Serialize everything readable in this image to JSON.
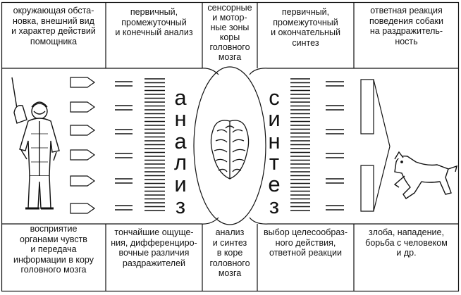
{
  "top_labels": [
    "окружающая обста-\nновка, внешний вид\nи характер действий\nпомощника",
    "первичный,\nпромежуточный\nи конечный анализ",
    "сенсорные\nи мотор-\nные зоны\nкоры\nголовного\nмозга",
    "первичный,\nпромежуточный\nи окончательный\nсинтез",
    "ответная реакция\nповедения собаки\nна раздражитель-\nность"
  ],
  "bottom_labels": [
    "восприятие\nорганами чувств\nи передача\nинформации в кору\nголовного мозга",
    "тончайшие ощуще-\nния, дифференциро-\nвочные различия\nраздражителей",
    "анализ\nи синтез\nв коре\nголовного\nмозга",
    "выбор целесообраз-\nного действия,\nответной реакции",
    "злоба, нападение,\nборьба с человеком\nи др."
  ],
  "analysis_letters": [
    "а",
    "н",
    "а",
    "л",
    "и",
    "з"
  ],
  "synthesis_letters": [
    "с",
    "и",
    "н",
    "т",
    "е",
    "з"
  ],
  "icons": {
    "left": "person-in-protective-suit-icon",
    "center": "brain-icon",
    "right": "attacking-dog-icon"
  }
}
